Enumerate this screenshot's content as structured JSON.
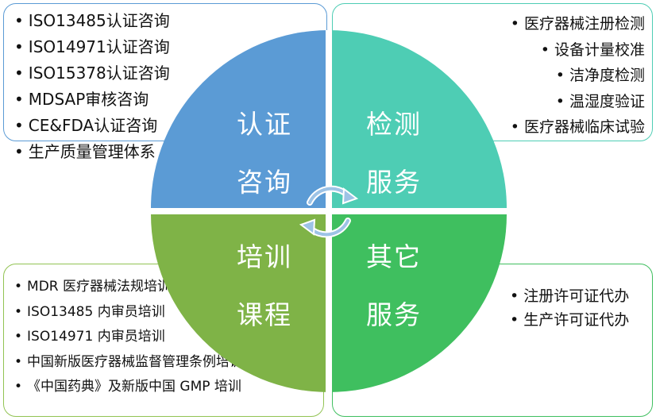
{
  "colors": {
    "certification": "#5b9bd5",
    "testing": "#4ecdb4",
    "training": "#7fb347",
    "other": "#3fbf5f"
  },
  "quadrants": {
    "certification": {
      "line1": "认证",
      "line2": "咨询"
    },
    "testing": {
      "line1": "检测",
      "line2": "服务"
    },
    "training": {
      "line1": "培训",
      "line2": "课程"
    },
    "other": {
      "line1": "其它",
      "line2": "服务"
    }
  },
  "lists": {
    "certification": [
      "ISO13485认证咨询",
      "ISO14971认证咨询",
      "ISO15378认证咨询",
      "MDSAP审核咨询",
      "CE&FDA认证咨询",
      "生产质量管理体系"
    ],
    "testing": [
      "医疗器械注册检测",
      "设备计量校准",
      "洁净度检测",
      "温湿度验证",
      "医疗器械临床试验"
    ],
    "training": [
      "MDR 医疗器械法规培训",
      "ISO13485 内审员培训",
      "ISO14971 内审员培训",
      "中国新版医疗器械监督管理条例培训",
      "《中国药典》及新版中国 GMP 培训"
    ],
    "other": [
      "注册许可证代办",
      "生产许可证代办"
    ]
  },
  "icons": {
    "center": "cycle-arrows-icon"
  }
}
